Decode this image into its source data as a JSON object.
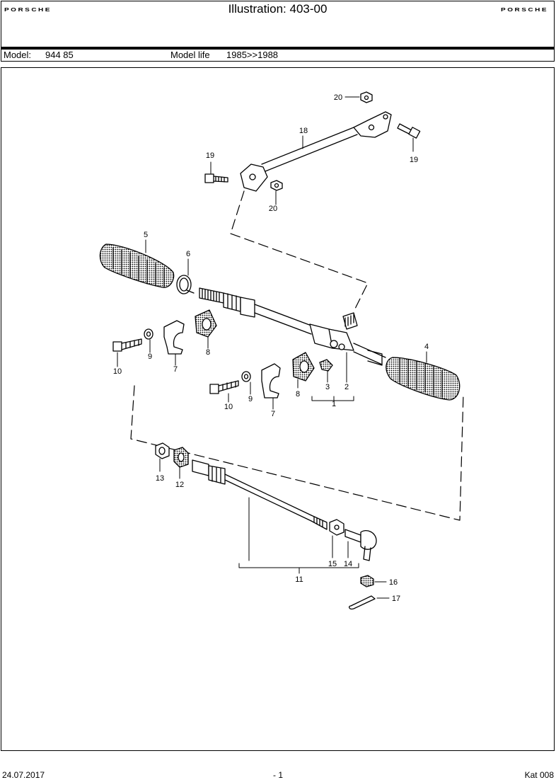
{
  "header": {
    "brand_left": "PORSCHE",
    "title": "Illustration: 403-00",
    "brand_right": "PORSCHE"
  },
  "info": {
    "model_label": "Model:",
    "model_value": "944 85",
    "life_label": "Model life",
    "life_value": "1985>>1988"
  },
  "diagram": {
    "callouts": [
      "20",
      "18",
      "19",
      "19",
      "20",
      "5",
      "6",
      "4",
      "10",
      "9",
      "7",
      "8",
      "3",
      "2",
      "1",
      "10",
      "9",
      "7",
      "8",
      "13",
      "12",
      "11",
      "15",
      "14",
      "16",
      "17"
    ]
  },
  "footer": {
    "date": "24.07.2017",
    "page": "- 1",
    "catalog": "Kat 008"
  }
}
